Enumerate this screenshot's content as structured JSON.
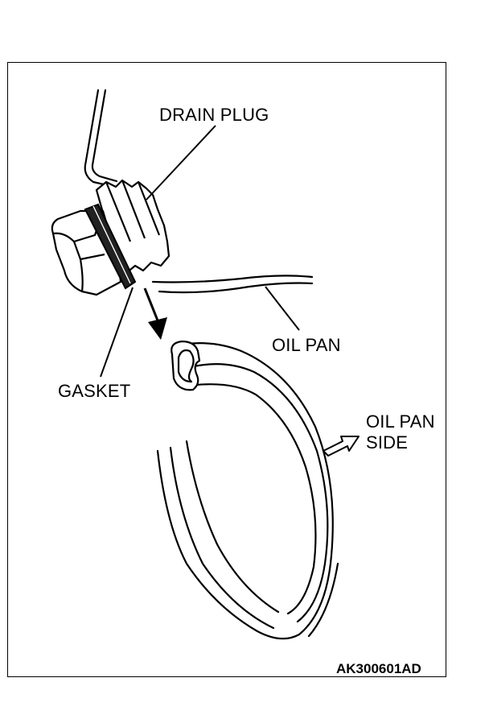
{
  "labels": {
    "drain_plug": "DRAIN PLUG",
    "oil_pan": "OIL PAN",
    "gasket": "GASKET",
    "oil_pan_side_line1": "OIL PAN",
    "oil_pan_side_line2": "SIDE"
  },
  "figure_code": "AK300601AD"
}
